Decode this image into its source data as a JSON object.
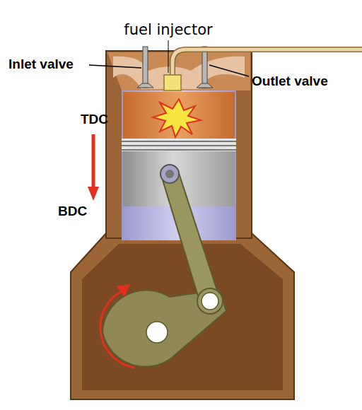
{
  "diagram": {
    "labels": [
      "fuel injector",
      "Inlet valve",
      "Outlet valve",
      "TDC",
      "BDC"
    ]
  }
}
